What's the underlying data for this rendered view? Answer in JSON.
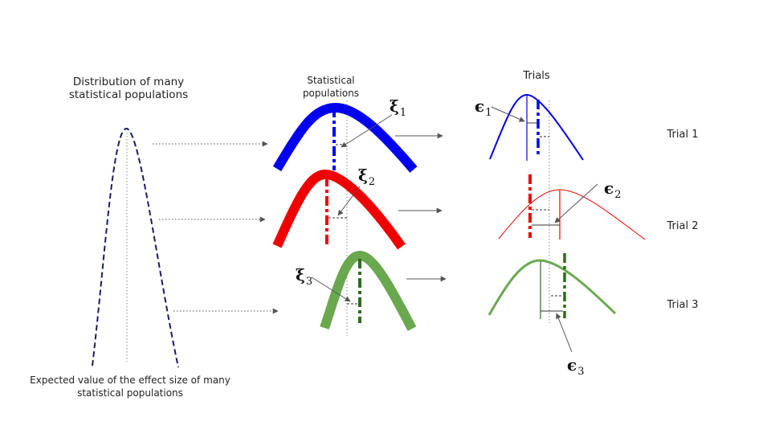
{
  "labels": {
    "distribution_title_line1": "Distribution of many",
    "distribution_title_line2": "statistical populations",
    "populations_title_line1": "Statistical",
    "populations_title_line2": "populations",
    "trials_title": "Trials",
    "expected_line1": "Expected value of the effect size of many",
    "expected_line2": "statistical populations",
    "trial_1": "Trial 1",
    "trial_2": "Trial 2",
    "trial_3": "Trial 3"
  },
  "symbols": {
    "xi": "ξ",
    "epsilon": "ϵ",
    "sub_1": "1",
    "sub_2": "2",
    "sub_3": "3"
  },
  "colors": {
    "distribution": "#1c1c66",
    "population_1": "#0000ee",
    "population_2": "#ee0000",
    "population_3": "#6aa84f",
    "population_3_mean": "#2e6b1e",
    "guides": "#888888",
    "arrows": "#555555"
  }
}
